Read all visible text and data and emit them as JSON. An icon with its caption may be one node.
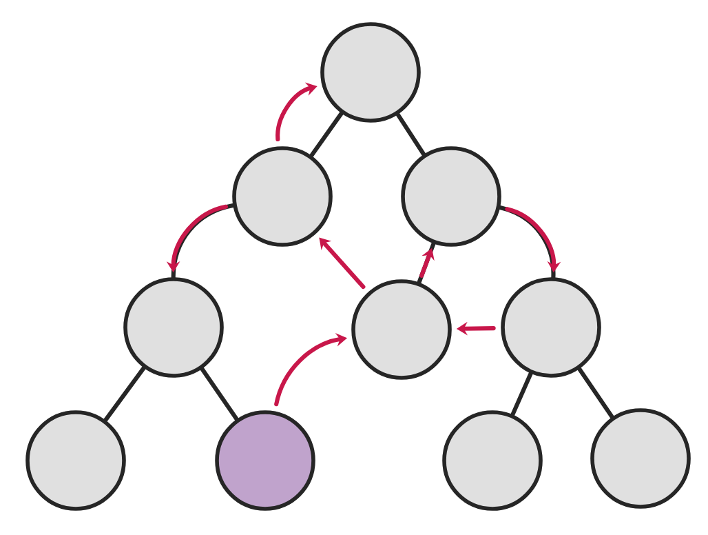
{
  "diagram": {
    "nodes": [
      {
        "text": [],
        "shape": "circle"
      },
      {
        "text": [],
        "shape": "circle"
      },
      {
        "text": [],
        "shape": "circle"
      },
      {
        "text": [],
        "shape": "circle"
      },
      {
        "text": [],
        "shape": "circle"
      },
      {
        "text": [],
        "shape": "circle"
      },
      {
        "text": [],
        "shape": "circle"
      },
      {
        "text": [],
        "shape": "circle"
      },
      {
        "text": [],
        "shape": "circle"
      },
      {
        "text": [],
        "shape": "circle"
      }
    ],
    "edges": [
      {
        "from": 0,
        "to": 1,
        "arrow": "none"
      },
      {
        "from": 0,
        "to": 2,
        "arrow": "none"
      },
      {
        "from": 1,
        "to": 3,
        "arrow": "none"
      },
      {
        "from": 3,
        "to": 6,
        "arrow": "none"
      },
      {
        "from": 3,
        "to": 7,
        "arrow": "none"
      },
      {
        "from": 2,
        "to": 4,
        "arrow": "none"
      },
      {
        "from": 2,
        "to": 5,
        "arrow": "none"
      },
      {
        "from": 5,
        "to": 8,
        "arrow": "none"
      },
      {
        "from": 5,
        "to": 9,
        "arrow": "none"
      },
      {
        "from": 7,
        "to": 4,
        "arrow": "to",
        "color": "#c8174a"
      },
      {
        "from": 4,
        "to": 1,
        "arrow": "to",
        "color": "#c8174a"
      },
      {
        "from": 4,
        "to": 2,
        "arrow": "to",
        "color": "#c8174a"
      },
      {
        "from": 5,
        "to": 4,
        "arrow": "to",
        "color": "#c8174a"
      },
      {
        "from": 2,
        "to": 5,
        "arrow": "to",
        "color": "#c8174a"
      },
      {
        "from": 1,
        "to": 0,
        "arrow": "to",
        "color": "#c8174a"
      },
      {
        "from": 1,
        "to": 3,
        "arrow": "to",
        "color": "#c8174a"
      }
    ]
  }
}
